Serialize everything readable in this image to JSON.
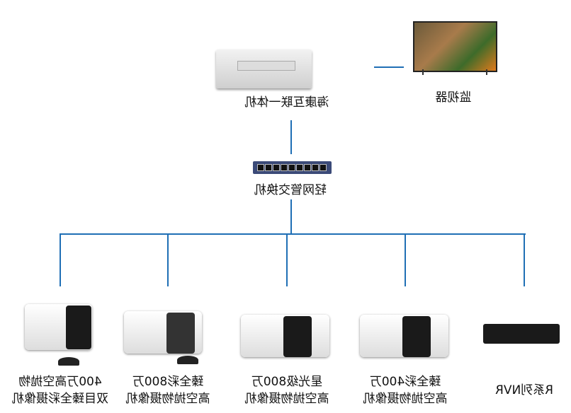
{
  "nodes": {
    "all_in_one": "海康互联一体机",
    "monitor": "监视器",
    "switch": "轻网管交换机",
    "devices": [
      {
        "line1": "400万高空抛物",
        "line2": "双目臻全彩摄像机"
      },
      {
        "line1": "臻全彩800万",
        "line2": "高空抛物摄像机"
      },
      {
        "line1": "星光级800万",
        "line2": "高空抛物摄像机"
      },
      {
        "line1": "臻全彩400万",
        "line2": "高空抛物摄像机"
      },
      {
        "line1": "R系列NVR",
        "line2": ""
      }
    ]
  },
  "colors": {
    "link": "#1f6fb5"
  }
}
